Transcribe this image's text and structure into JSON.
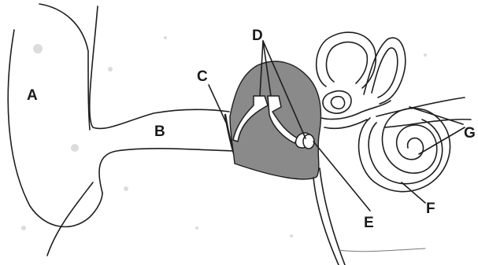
{
  "diagram": {
    "labels": {
      "a": "A",
      "b": "B",
      "c": "C",
      "d": "D",
      "e": "E",
      "f": "F",
      "g": "G"
    }
  }
}
